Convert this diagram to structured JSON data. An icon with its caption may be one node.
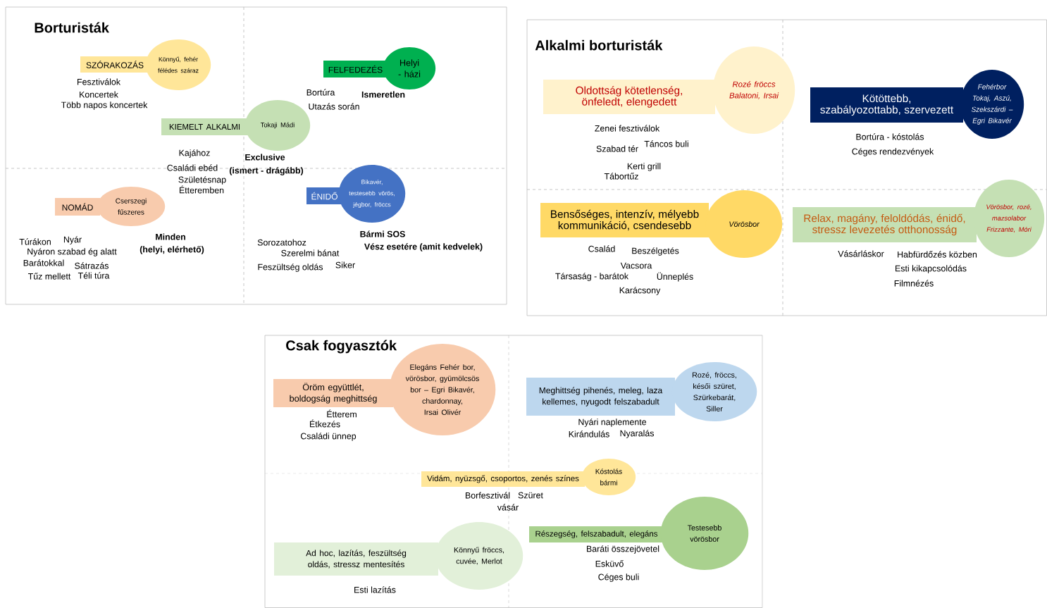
{
  "diagram": {
    "nodes": [
      {
        "text": [
          "Borturisták"
        ]
      },
      {
        "text": [
          "Alkalmi borturisták"
        ]
      },
      {
        "text": [
          "Csak fogyasztók"
        ]
      },
      {
        "text": [
          "SZÓRAKOZÁS"
        ],
        "in": 0
      },
      {
        "text": [
          "Könnyű, fehér félédes száraz"
        ],
        "in": 0
      },
      {
        "text": [
          "FELFEDEZÉS"
        ],
        "in": 0
      },
      {
        "text": [
          "Helyi - házi"
        ],
        "in": 0
      },
      {
        "text": [
          "KIEMELT ALKALMI"
        ],
        "in": 0
      },
      {
        "text": [
          "Tokaji Mádi"
        ],
        "in": 0
      },
      {
        "text": [
          "NOMÁD"
        ],
        "in": 0
      },
      {
        "text": [
          "Cserszegi fűszeres"
        ],
        "in": 0
      },
      {
        "text": [
          "ÉNIDŐ"
        ],
        "in": 0
      },
      {
        "text": [
          "Bikavér, testesebb vörös, jégbor, fröccs"
        ],
        "in": 0
      },
      {
        "text": [
          "Oldottság kötetlenség, önfeledt, elengedett"
        ],
        "in": 1
      },
      {
        "text": [
          "Rozé fröccs Balatoni, Irsai"
        ],
        "in": 1
      },
      {
        "text": [
          "Kötöttebb, szabályozottabb, szervezett"
        ],
        "in": 1
      },
      {
        "text": [
          "Fehérbor Tokaj, Aszú, Szekszárdi – Egri Bikavér"
        ],
        "in": 1
      },
      {
        "text": [
          "Bensőséges, intenzív, mélyebb kommunikáció, csendesebb"
        ],
        "in": 1
      },
      {
        "text": [
          "Vörösbor"
        ],
        "in": 1
      },
      {
        "text": [
          "Relax, magány, feloldódás, énidő, stressz levezetés otthonosság"
        ],
        "in": 1
      },
      {
        "text": [
          "Vörösbor, rozé, mazsolabor Frizzante, Móri"
        ],
        "in": 1
      },
      {
        "text": [
          "Öröm együttlét, boldogság meghittség"
        ],
        "in": 2
      },
      {
        "text": [
          "Elegáns Fehér bor, vörösbor, gyümölcsös bor – Egri Bikavér, chardonnay, Irsai Olivér"
        ],
        "in": 2
      },
      {
        "text": [
          "Meghittség pihenés, meleg, laza kellemes, nyugodt felszabadult"
        ],
        "in": 2
      },
      {
        "text": [
          "Rozé, fröccs, késői szüret, Szürkebarát, Siller"
        ],
        "in": 2
      },
      {
        "text": [
          "Vidám, nyüzsgő, csoportos, zenés színes"
        ],
        "in": 2
      },
      {
        "text": [
          "Kóstolás bármi"
        ],
        "in": 2
      },
      {
        "text": [
          "Ad hoc, lazítás, feszültség oldás, stressz mentesítés"
        ],
        "in": 2
      },
      {
        "text": [
          "Könnyű fröccs, cuvée, Merlot"
        ],
        "in": 2
      },
      {
        "text": [
          "Részegség, felszabadult, elegáns"
        ],
        "in": 2
      },
      {
        "text": [
          "Testesebb vörösbor"
        ],
        "in": 2
      }
    ],
    "labels": [
      "Fesztiválok",
      "Koncertek",
      "Több napos koncertek",
      "Bortúra",
      "Ismeretlen",
      "Utazás során",
      "Kajához",
      "Exclusive",
      "Családi ebéd",
      "(ismert - drágább)",
      "Születésnap",
      "Étteremben",
      "Túrákon",
      "Nyár",
      "Minden",
      "Nyáron szabad ég alatt",
      "(helyi, elérhető)",
      "Barátokkal",
      "Sátrazás",
      "Tűz mellett",
      "Téli túra",
      "Bármi SOS",
      "Sorozatohoz",
      "Vész esetére (amit kedvelek)",
      "Szerelmi bánat",
      "Feszültség oldás",
      "Siker",
      "Zenei fesztiválok",
      "Táncos buli",
      "Szabad tér",
      "Kerti grill",
      "Tábortűz",
      "Bortúra - kóstolás",
      "Céges rendezvények",
      "Család",
      "Beszélgetés",
      "Vacsora",
      "Társaság - barátok",
      "Ünneplés",
      "Karácsony",
      "Vásárláskor",
      "Habfürdőzés közben",
      "Esti kikapcsolódás",
      "Filmnézés",
      "Étterem",
      "Étkezés",
      "Családi ünnep",
      "Nyári naplemente",
      "Kirándulás",
      "Nyaralás",
      "Borfesztivál",
      "Szüret",
      "vásár",
      "Baráti összejövetel",
      "Esküvő",
      "Céges buli",
      "Esti lazítás"
    ]
  }
}
